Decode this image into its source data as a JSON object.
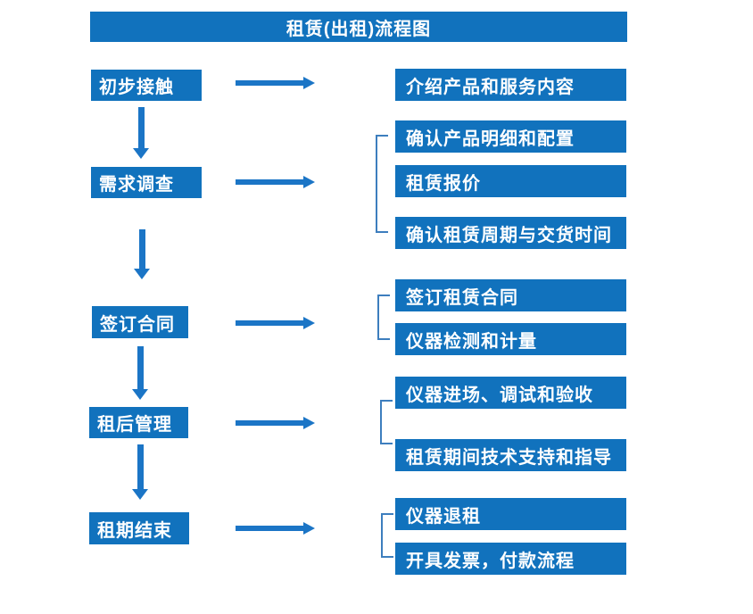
{
  "title": "租赁(出租)流程图",
  "colors": {
    "node_fill": "#1172bd",
    "arrow": "#1b75c6",
    "bracket": "#3d7ebe",
    "node_text": "#ffffff",
    "background": "#ffffff"
  },
  "steps": [
    {
      "label": "初步接触",
      "outputs": [
        "介绍产品和服务内容"
      ]
    },
    {
      "label": "需求调查",
      "outputs": [
        "确认产品明细和配置",
        "租赁报价",
        "确认租赁周期与交货时间"
      ]
    },
    {
      "label": "签订合同",
      "outputs": [
        "签订租赁合同",
        "仪器检测和计量"
      ]
    },
    {
      "label": "租后管理",
      "outputs": [
        "仪器进场、调试和验收",
        "租赁期间技术支持和指导"
      ]
    },
    {
      "label": "租期结束",
      "outputs": [
        "仪器退租",
        "开具发票，付款流程"
      ]
    }
  ]
}
